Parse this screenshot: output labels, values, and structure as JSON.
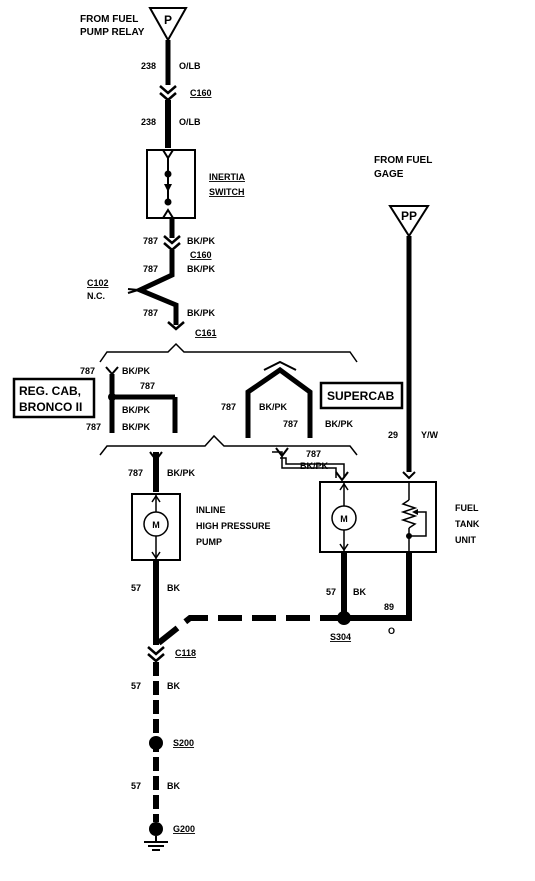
{
  "labels": {
    "from_fuel_pump_relay_1": "FROM FUEL",
    "from_fuel_pump_relay_2": "PUMP RELAY",
    "connector_p": "P",
    "wire_238_a_num": "238",
    "wire_238_a_color": "O/LB",
    "c160_top": "C160",
    "wire_238_b_num": "238",
    "wire_238_b_color": "O/LB",
    "inertia_1": "INERTIA",
    "inertia_2": "SWITCH",
    "from_fuel_gage_1": "FROM FUEL",
    "from_fuel_gage_2": "GAGE",
    "connector_pp": "PP",
    "w787_a_num": "787",
    "w787_a_color": "BK/PK",
    "c160_mid": "C160",
    "w787_b_num": "787",
    "w787_b_color": "BK/PK",
    "c102": "C102",
    "nc": "N.C.",
    "w787_c_num": "787",
    "w787_c_color": "BK/PK",
    "c161": "C161",
    "w787_d_num": "787",
    "w787_d_color": "BK/PK",
    "w787_e_num": "787",
    "reg_cab_1": "REG. CAB,",
    "reg_cab_2": "BRONCO II",
    "w787_f_color": "BK/PK",
    "w787_g_num": "787",
    "w787_g_color": "BK/PK",
    "w787_h_num": "787",
    "w787_h_color": "BK/PK",
    "supercab": "SUPERCAB",
    "w787_i_num": "787",
    "w787_i_color": "BK/PK",
    "w29_num": "29",
    "w29_color": "Y/W",
    "w787_j_num": "787",
    "w787_j_color": "BK/PK",
    "w787_k_num": "787",
    "w787_k_color": "BK/PK",
    "inline_1": "INLINE",
    "inline_2": "HIGH PRESSURE",
    "inline_3": "PUMP",
    "motor_m": "M",
    "fuel_tank_1": "FUEL",
    "fuel_tank_2": "TANK",
    "fuel_tank_3": "UNIT",
    "w57_a_num": "57",
    "w57_a_color": "BK",
    "w57_b_num": "57",
    "w57_b_color": "BK",
    "w89_num": "89",
    "w89_color": "O",
    "s304": "S304",
    "c118": "C118",
    "w57_c_num": "57",
    "w57_c_color": "BK",
    "s200": "S200",
    "w57_d_num": "57",
    "w57_d_color": "BK",
    "g200": "G200"
  }
}
